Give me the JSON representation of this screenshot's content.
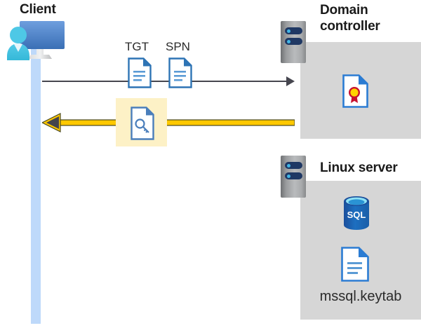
{
  "diagram": {
    "title_client": "Client",
    "title_domain_controller": "Domain controller",
    "title_linux_server": "Linux server",
    "labels": {
      "tgt": "TGT",
      "spn": "SPN",
      "keytab_file": "mssql.keytab",
      "sql_badge": "SQL"
    },
    "icons": {
      "client": "client-workstation-icon",
      "domain_controller_server": "server-rack-icon",
      "linux_server": "server-rack-icon",
      "tgt_document": "document-icon",
      "spn_document": "document-icon",
      "key_document": "key-document-icon",
      "certificate_document": "certificate-document-icon",
      "keytab_document": "document-icon",
      "sql_database": "sql-database-icon"
    },
    "arrows": {
      "request": {
        "name": "request-arrow",
        "direction": "right",
        "color": "#46464f",
        "from": "Client",
        "to": "Domain controller"
      },
      "response": {
        "name": "response-arrow",
        "direction": "left",
        "color": "#ffc800",
        "from": "Domain controller",
        "to": "Client"
      }
    },
    "colors": {
      "panel_gray": "#d6d6d6",
      "lifeline_blue": "#bed9fa",
      "highlight_yellow": "#fdf1c6",
      "arrow_yellow": "#ffc800",
      "arrow_gray": "#46464f",
      "doc_blue": "#2e74b5",
      "server_navy": "#1f3864",
      "led_blue": "#41b6e6",
      "title_black": "#1a1a1a"
    }
  }
}
